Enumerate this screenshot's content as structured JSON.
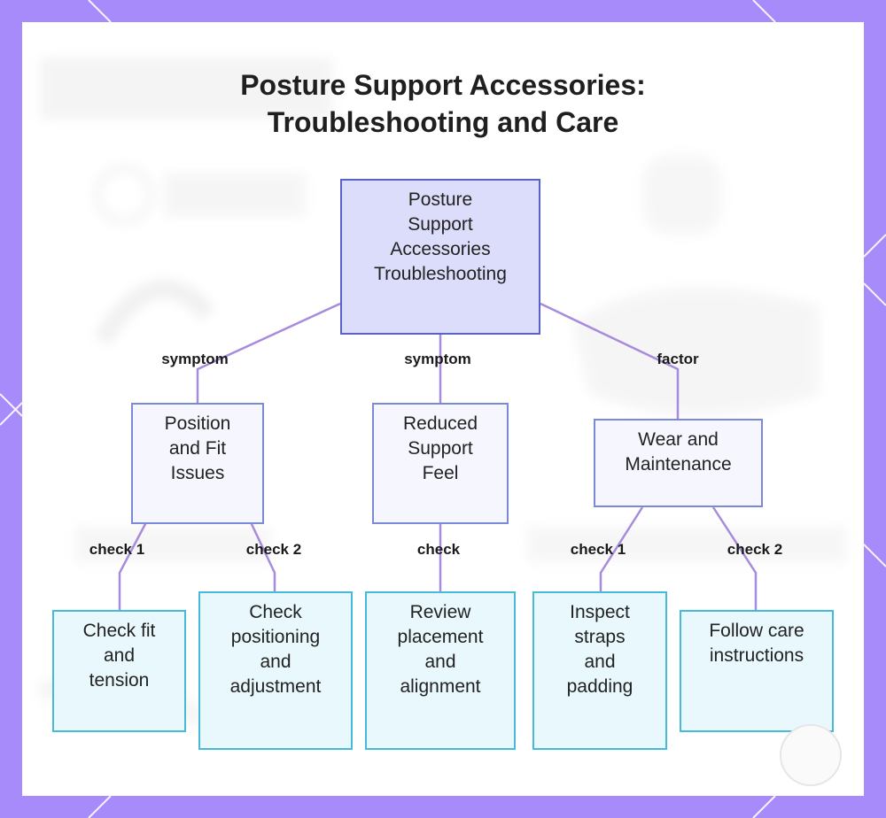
{
  "title_lines": [
    "Posture Support Accessories:",
    "Troubleshooting and Care"
  ],
  "nodes": {
    "root": [
      "Posture",
      "Support",
      "Accessories",
      "Troubleshooting"
    ],
    "position_fit": [
      "Position",
      "and Fit",
      "Issues"
    ],
    "reduced_support": [
      "Reduced",
      "Support",
      "Feel"
    ],
    "wear_maintenance": [
      "Wear and",
      "Maintenance"
    ],
    "check_fit": [
      "Check fit",
      "and",
      "tension"
    ],
    "check_positioning": [
      "Check",
      "positioning",
      "and",
      "adjustment"
    ],
    "review_placement": [
      "Review",
      "placement",
      "and",
      "alignment"
    ],
    "inspect_straps": [
      "Inspect",
      "straps",
      "and",
      "padding"
    ],
    "follow_care": [
      "Follow care",
      "instructions"
    ]
  },
  "edge_labels": {
    "root_to_position": "symptom",
    "root_to_reduced": "symptom",
    "root_to_wear": "factor",
    "position_check1": "check 1",
    "position_check2": "check 2",
    "reduced_check": "check",
    "wear_check1": "check 1",
    "wear_check2": "check 2"
  },
  "colors": {
    "frame": "#a78bfa",
    "edge": "#a78bdc",
    "root_fill": "#dcdcfb",
    "root_border": "#5a61c9",
    "mid_fill": "#f5f6fe",
    "mid_border": "#7b8ad8",
    "leaf_fill": "#e9f8fd",
    "leaf_border": "#47b9d9"
  }
}
